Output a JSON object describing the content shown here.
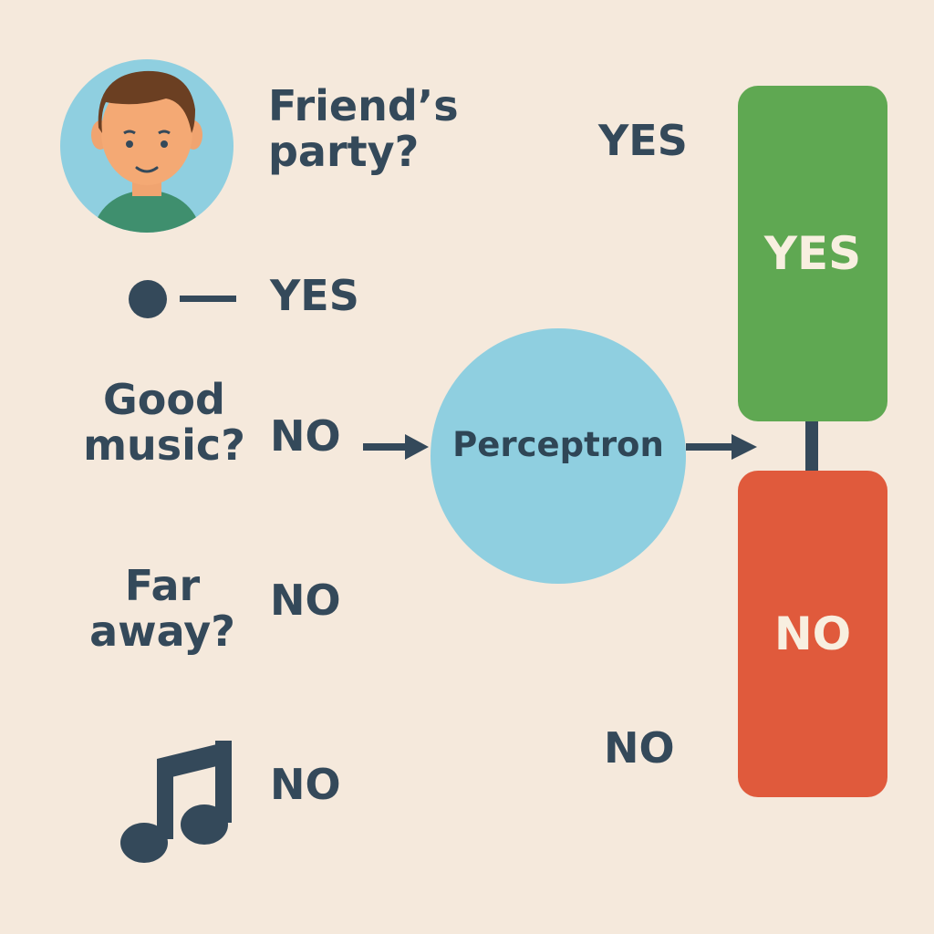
{
  "colors": {
    "background": "#f5e9dc",
    "text": "#34495a",
    "perceptron": "#8fcfe0",
    "yes_box": "#5fa852",
    "no_box": "#e05a3c",
    "box_text": "#f8efe0",
    "avatar_bg": "#8fcfe0"
  },
  "inputs": {
    "friends_party": {
      "question_line1": "Friend’s",
      "question_line2": "party?",
      "icon": "person-avatar-icon"
    },
    "bullet": {
      "icon": "bullet-dot-icon",
      "answer": "YES"
    },
    "good_music": {
      "question_line1": "Good",
      "question_line2": "music?",
      "answer": "NO"
    },
    "far_away": {
      "question_line1": "Far",
      "question_line2": "away?",
      "answer": "NO"
    },
    "music_note": {
      "icon": "music-note-icon",
      "answer": "NO"
    }
  },
  "perceptron": {
    "label": "Perceptron"
  },
  "outputs": {
    "yes_label": "YES",
    "no_label": "NO",
    "yes_box": "YES",
    "no_box": "NO"
  }
}
